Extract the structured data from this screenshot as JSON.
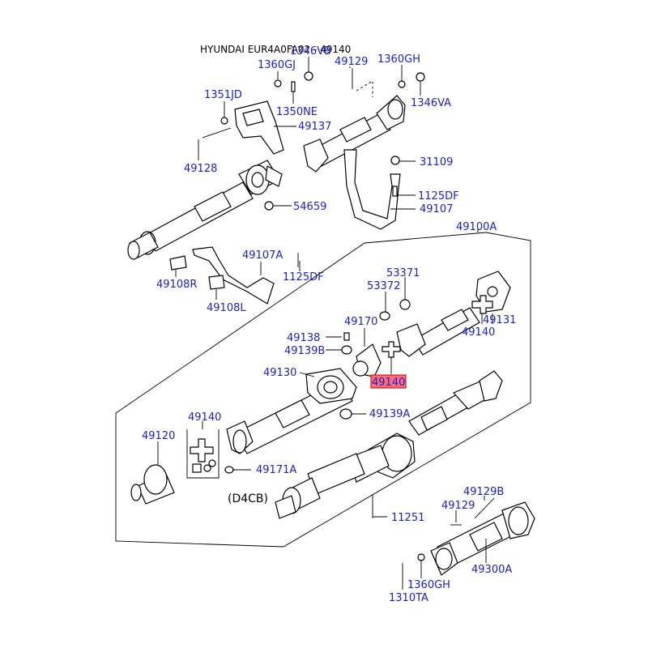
{
  "header": "HYUNDAI EUR4A0FA02 - 49140",
  "variant_label": "(D4CB)",
  "highlighted_part": "49140",
  "colors": {
    "label": "#1a22c8",
    "highlight_fill": "#ff6b7a",
    "highlight_stroke": "#cc0000"
  },
  "labels": {
    "p1346VB": "1346VB",
    "p1360GJ": "1360GJ",
    "p49129_top": "49129",
    "p1360GH_top": "1360GH",
    "p1351JD": "1351JD",
    "p1350NE": "1350NE",
    "p1346VA": "1346VA",
    "p49137": "49137",
    "p49128": "49128",
    "p31109": "31109",
    "p1125DF_top": "1125DF",
    "p54659": "54659",
    "p49107": "49107",
    "p49100A": "49100A",
    "p49107A": "49107A",
    "p1125DF_mid": "1125DF",
    "p49108R": "49108R",
    "p49108L": "49108L",
    "p53371": "53371",
    "p53372": "53372",
    "p49131": "49131",
    "p49170": "49170",
    "p49140_right": "49140",
    "p49138": "49138",
    "p49139B": "49139B",
    "p49130": "49130",
    "p49139A": "49139A",
    "p49140_left": "49140",
    "p49120": "49120",
    "p49171A": "49171A",
    "p49129B": "49129B",
    "p49129_low": "49129",
    "p11251": "11251",
    "p1360GH_low": "1360GH",
    "p49300A": "49300A",
    "p1310TA": "1310TA"
  }
}
